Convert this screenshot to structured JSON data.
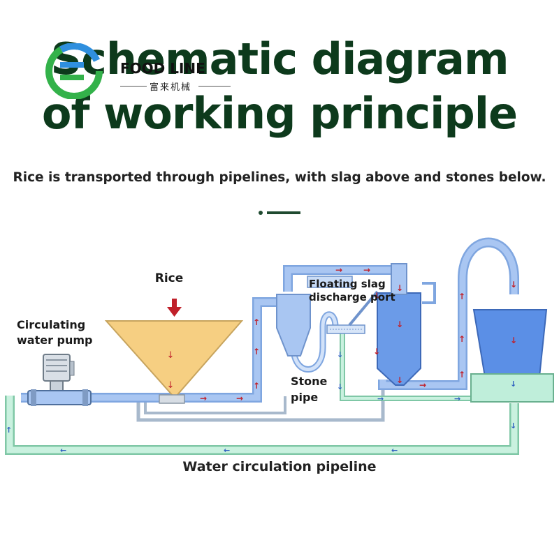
{
  "title": {
    "line1": "Schematic diagram",
    "line2": "of working principle"
  },
  "logo": {
    "name": "FOOD LINE",
    "chinese": "富来机械"
  },
  "subtitle": "Rice is transported through pipelines, with slag above and stones below.",
  "labels": {
    "rice": "Rice",
    "circulating_water_pump_line1": "Circulating",
    "circulating_water_pump_line2": "water pump",
    "floating_slag_line1": "Floating slag",
    "floating_slag_line2": "discharge port",
    "stone_pipe_line1": "Stone",
    "stone_pipe_line2": "pipe",
    "water_circulation_pipeline": "Water circulation pipeline"
  },
  "colors": {
    "title": "#0d3a1c",
    "pipe_fill": "#a9c6f2",
    "pipe_outline": "#7fa6e0",
    "return_pipe": "#bfeeda",
    "hopper": "#f6cf82",
    "tank_water": "#5b8fe6",
    "arrow_red": "#c0202a",
    "arrow_blue": "#2d5fbf"
  }
}
